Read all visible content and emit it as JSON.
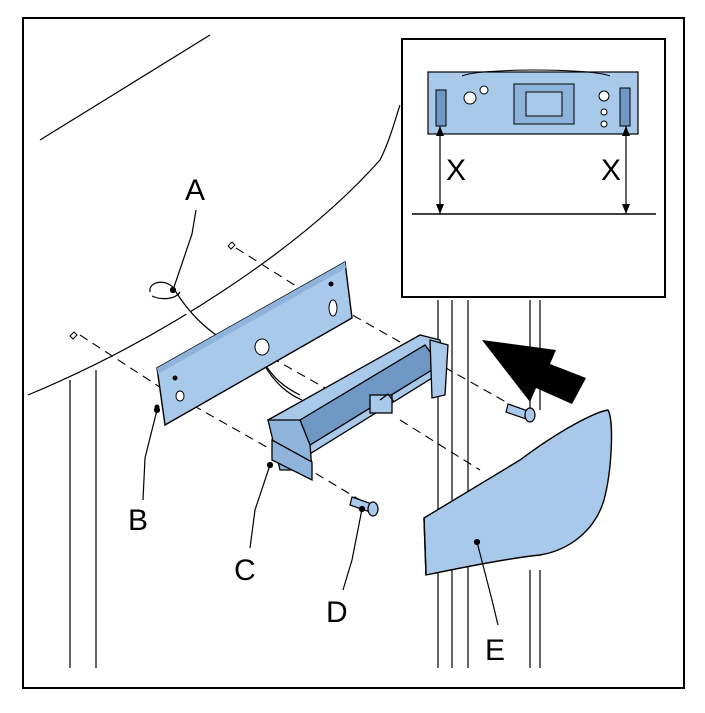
{
  "figure": {
    "callouts": {
      "a": "A",
      "b": "B",
      "c": "C",
      "d": "D",
      "e": "E"
    },
    "inset": {
      "left_label": "X",
      "right_label": "X"
    }
  },
  "colors": {
    "part_fill": "#a9c9ea",
    "part_shade": "#6f97c4",
    "line": "#000000",
    "background": "#ffffff"
  }
}
